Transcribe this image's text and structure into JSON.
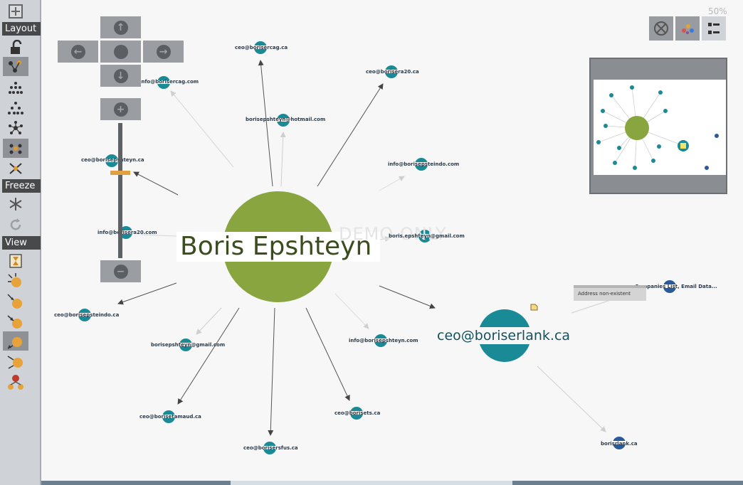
{
  "sidebar": {
    "labels": {
      "layout": "Layout",
      "freeze": "Freeze",
      "view": "View"
    }
  },
  "zoom": {
    "percent": "50%"
  },
  "watermark": "DEMO ONLY",
  "nodes": {
    "center": "Boris Epshteyn",
    "secondary": "ceo@boriserlank.ca",
    "n1": "ceo@borisercag.ca",
    "n2": "ceo@borisera20.ca",
    "n3": "info@borisercag.com",
    "n4": "borisepshteyn@hotmail.com",
    "n5": "ceo@borisepshteyn.ca",
    "n6": "info@borisepsteindo.com",
    "n7": "info@borisera20.com",
    "n8": "boris.epshteyn@gmail.com",
    "n9": "ceo@borisepsteindo.ca",
    "n10": "borisepshteyn@gmail.com",
    "n11": "info@borisepshteyn.com",
    "n12": "ceo@borisetamaud.ca",
    "n13": "ceo@borisets.ca",
    "n14": "ceo@borisersfus.ca",
    "n15": "borisrlank.ca",
    "n16": "Companies List, Email Data..."
  },
  "tooltip": {
    "text": "Address non-existent"
  },
  "colors": {
    "center": "#88a53f",
    "teal": "#1a8a96",
    "navy": "#2b5a9a",
    "sidebar": "#cfd3d7"
  }
}
